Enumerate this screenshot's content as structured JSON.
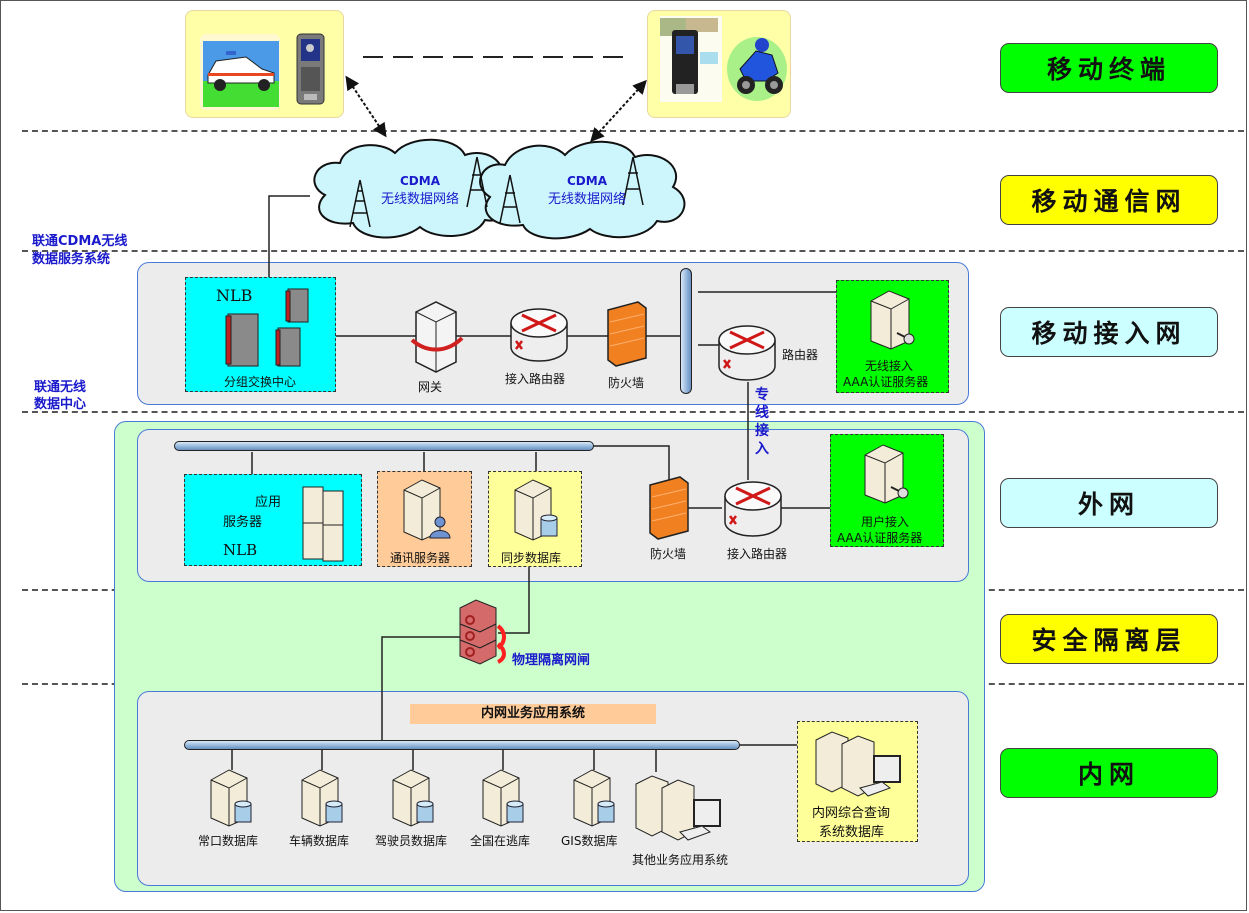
{
  "layers": [
    {
      "label": "移动终端",
      "color": "#00ff00"
    },
    {
      "label": "移动通信网",
      "color": "#ffff00"
    },
    {
      "label": "移动接入网",
      "color": "#ccffff"
    },
    {
      "label": "外网",
      "color": "#ccffff"
    },
    {
      "label": "安全隔离层",
      "color": "#ffff00"
    },
    {
      "label": "内网",
      "color": "#00ff00"
    }
  ],
  "side_labels": {
    "cdma_service_line1": "联通CDMA无线",
    "cdma_service_line2": "数据服务系统",
    "data_center_line1": "联通无线",
    "data_center_line2": "数据中心"
  },
  "terminals": [
    {
      "name": "police-car-and-phone",
      "icons": [
        "police-car",
        "mobile-phone"
      ]
    },
    {
      "name": "police-motorcycle-and-handheld",
      "icons": [
        "handheld-terminal",
        "police-motorcycle"
      ]
    }
  ],
  "clouds": [
    {
      "title": "CDMA",
      "subtitle": "无线数据网络"
    },
    {
      "title": "CDMA",
      "subtitle": "无线数据网络"
    }
  ],
  "access_network": {
    "packet_switch": {
      "nlb": "NLB",
      "label": "分组交换中心"
    },
    "gateway": "网关",
    "access_router": "接入路由器",
    "firewall": "防火墙",
    "router": "路由器",
    "aaa_server": {
      "line1": "无线接入",
      "line2": "AAA认证服务器"
    },
    "dedicated_line": [
      "专",
      "线",
      "接",
      "入"
    ]
  },
  "extranet": {
    "app_server": {
      "line1": "应用",
      "line2": "服务器",
      "nlb": "NLB"
    },
    "comm_server": "通讯服务器",
    "sync_db": "同步数据库",
    "firewall": "防火墙",
    "access_router": "接入路由器",
    "aaa_server": {
      "line1": "用户接入",
      "line2": "AAA认证服务器"
    }
  },
  "security": {
    "gatekeeper": "物理隔离网闸"
  },
  "intranet": {
    "title": "内网业务应用系统",
    "databases": [
      "常口数据库",
      "车辆数据库",
      "驾驶员数据库",
      "全国在逃库",
      "GIS数据库"
    ],
    "other_systems": "其他业务应用系统",
    "query_db": {
      "line1": "内网综合查询",
      "line2": "系统数据库"
    }
  }
}
